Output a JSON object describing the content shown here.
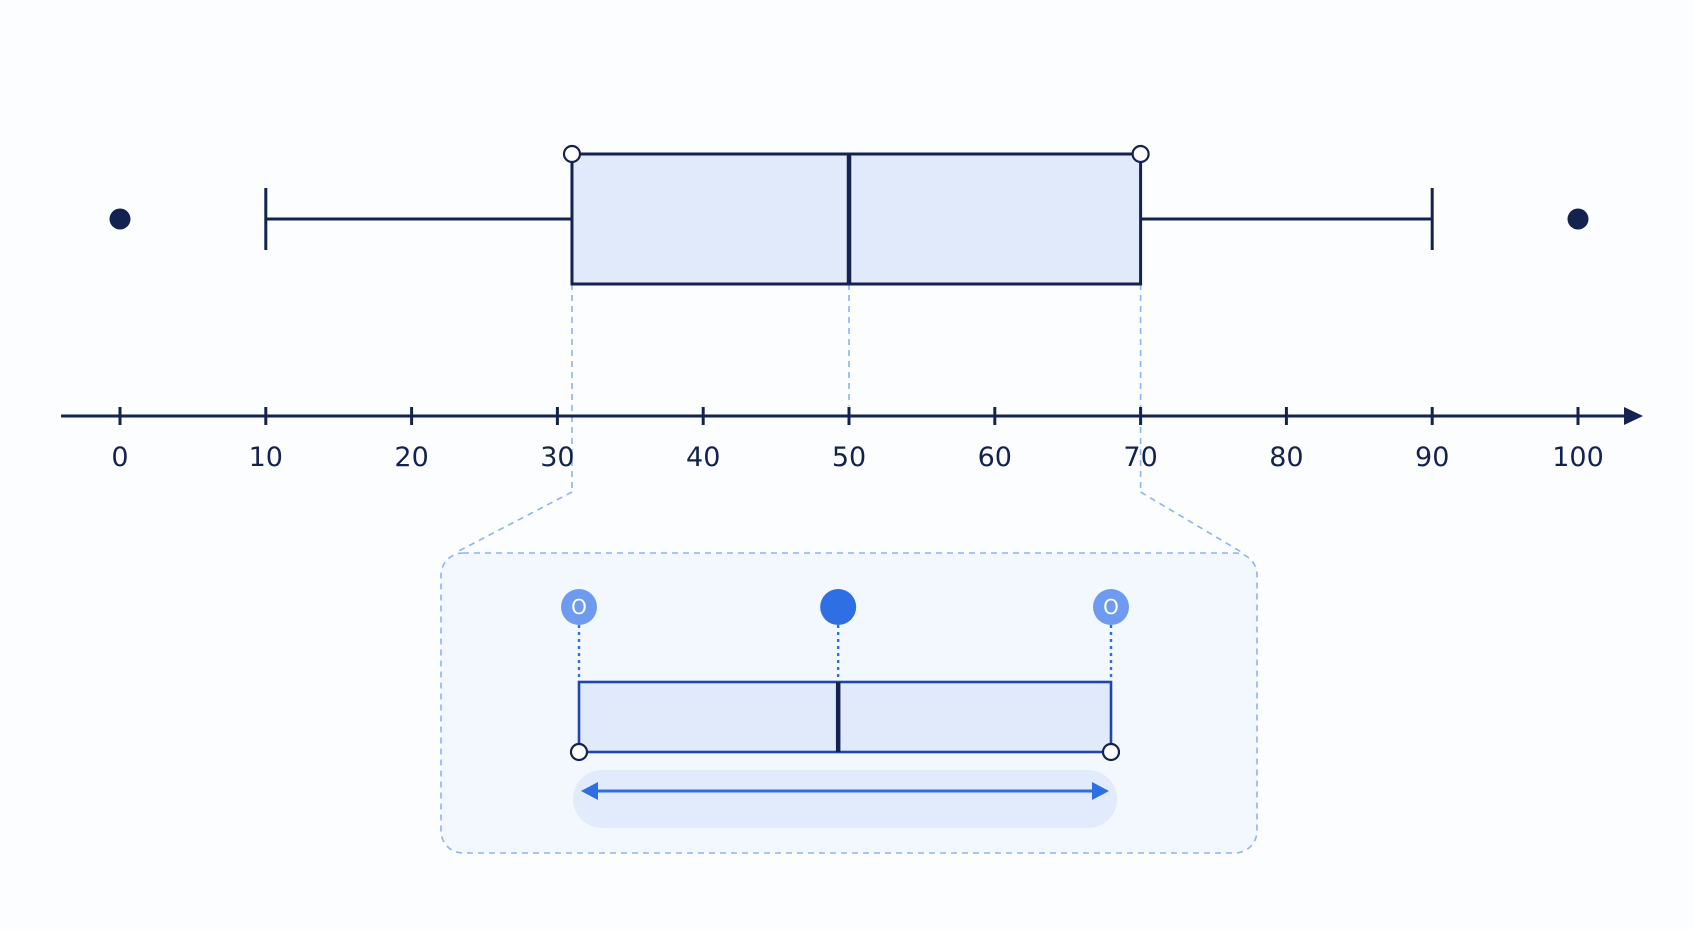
{
  "chart_data": {
    "type": "boxplot",
    "title": "",
    "xlabel": "",
    "ylabel": "",
    "xlim": [
      0,
      100
    ],
    "ticks": [
      0,
      10,
      20,
      30,
      40,
      50,
      60,
      70,
      80,
      90,
      100
    ],
    "tick_labels": [
      "0",
      "10",
      "20",
      "30",
      "40",
      "50",
      "60",
      "70",
      "80",
      "90",
      "100"
    ],
    "whisker_low": 10,
    "q1": 31,
    "median": 50,
    "q3": 70,
    "whisker_high": 90,
    "outliers": [
      0,
      100
    ],
    "grid": false,
    "zoom_inset": {
      "left_badge": "O",
      "right_badge": "O",
      "range_from": 31,
      "range_to": 70,
      "median": 50
    }
  },
  "colors": {
    "ink": "#14224f",
    "box_fill": "#e1eafb",
    "accent": "#2f6fe4",
    "accent_light": "#6e9bef",
    "guide": "#8fb2f2",
    "inset_bg": "#f3f7fe",
    "range_band": "#e2ebfb",
    "background": "#fcfdff"
  }
}
